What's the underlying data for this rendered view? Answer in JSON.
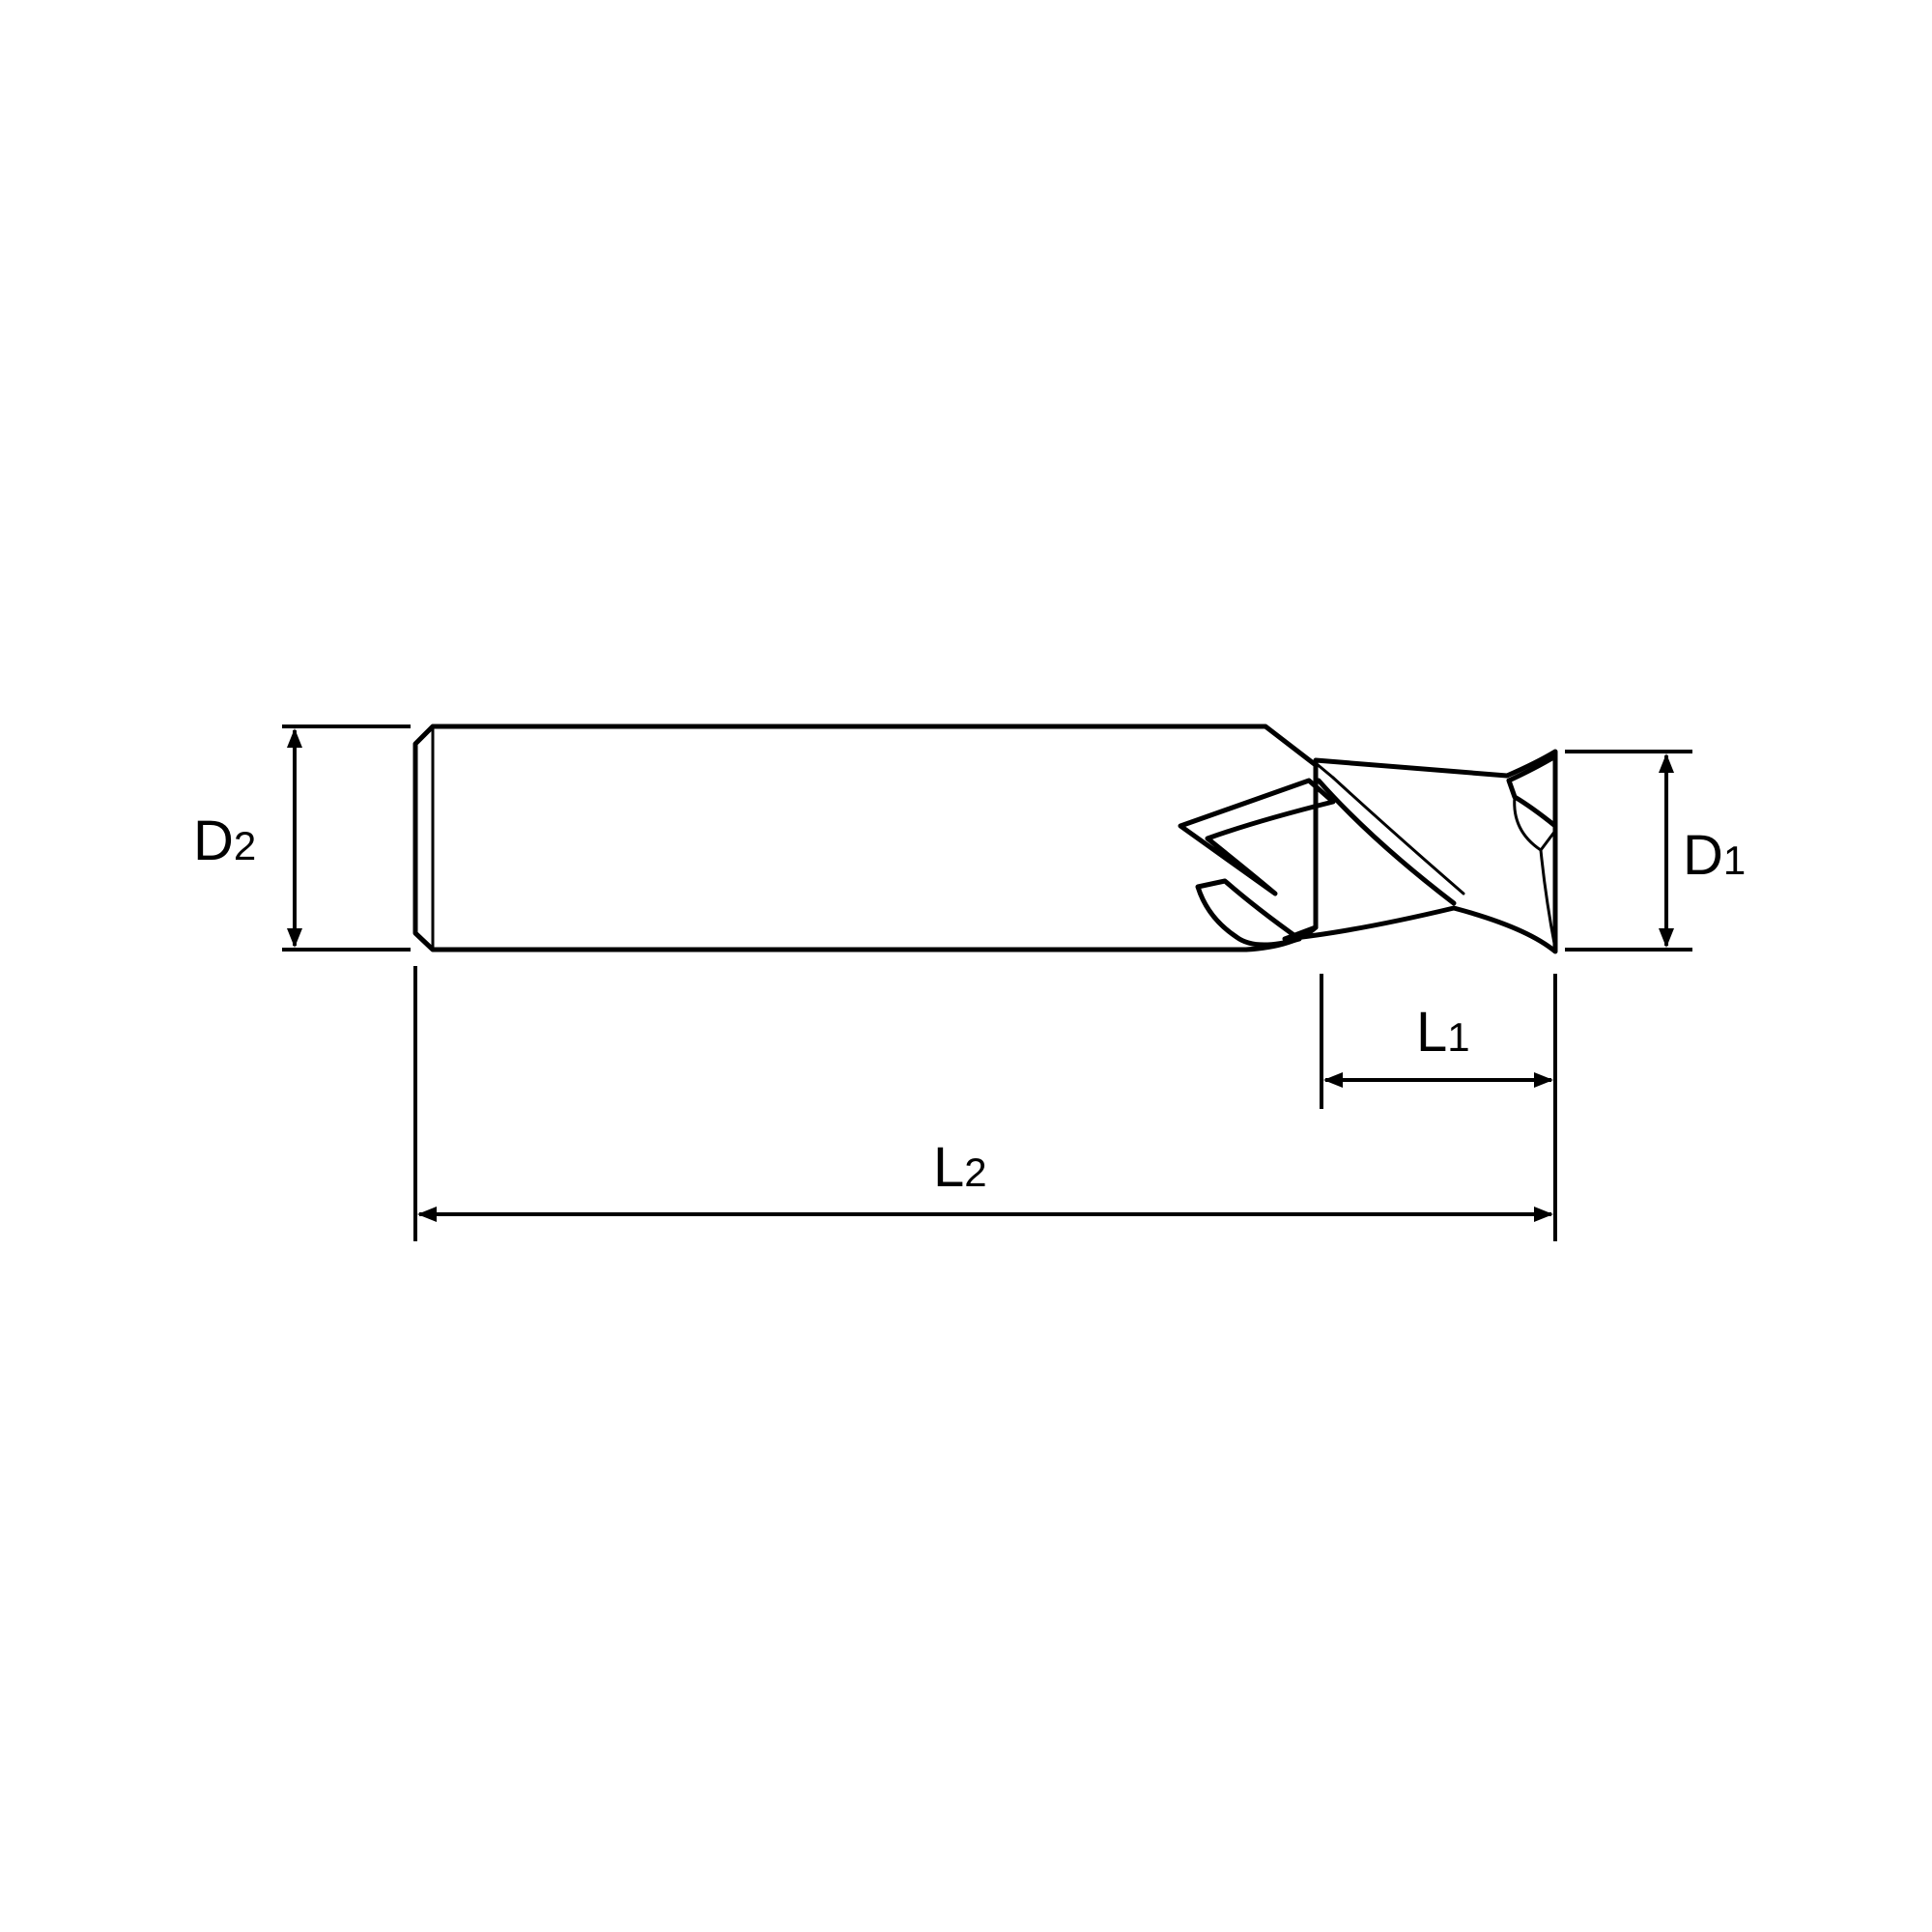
{
  "diagram": {
    "labels": {
      "d2": {
        "main": "D",
        "sub": "2"
      },
      "d1": {
        "main": "D",
        "sub": "1"
      },
      "l1": {
        "main": "L",
        "sub": "1"
      },
      "l2": {
        "main": "L",
        "sub": "2"
      }
    },
    "colors": {
      "background": "#ffffff",
      "line": "#000000",
      "shank_light": "#f4f4f4",
      "shank_dark": "#b9b9b9"
    }
  }
}
